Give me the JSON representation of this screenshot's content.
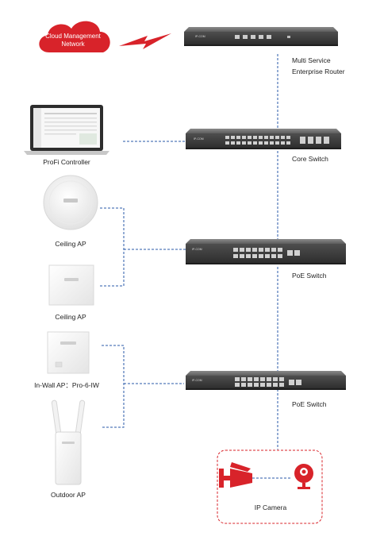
{
  "cloud": {
    "line1": "Cloud Management",
    "line2": "Network"
  },
  "router": {
    "line1": "Multi Service",
    "line2": "Enterprise  Router"
  },
  "controller": {
    "label": "ProFi  Controller"
  },
  "core_switch": {
    "label": "Core Switch"
  },
  "ceiling_ap_1": {
    "label": "Ceiling AP"
  },
  "ceiling_ap_2": {
    "label": "Ceiling AP"
  },
  "poe_switch_1": {
    "label": "PoE  Switch"
  },
  "poe_switch_2": {
    "label": "PoE  Switch"
  },
  "inwall_ap": {
    "label": "In-Wall AP：Pro-6-IW"
  },
  "outdoor_ap": {
    "label": "Outdoor AP"
  },
  "ip_camera": {
    "label": "IP Camera"
  },
  "brand_mark": "IP-COM",
  "colors": {
    "accent_red": "#d8232a",
    "link_blue": "#2a5aa8",
    "device_gray": "#5a5a5a"
  }
}
